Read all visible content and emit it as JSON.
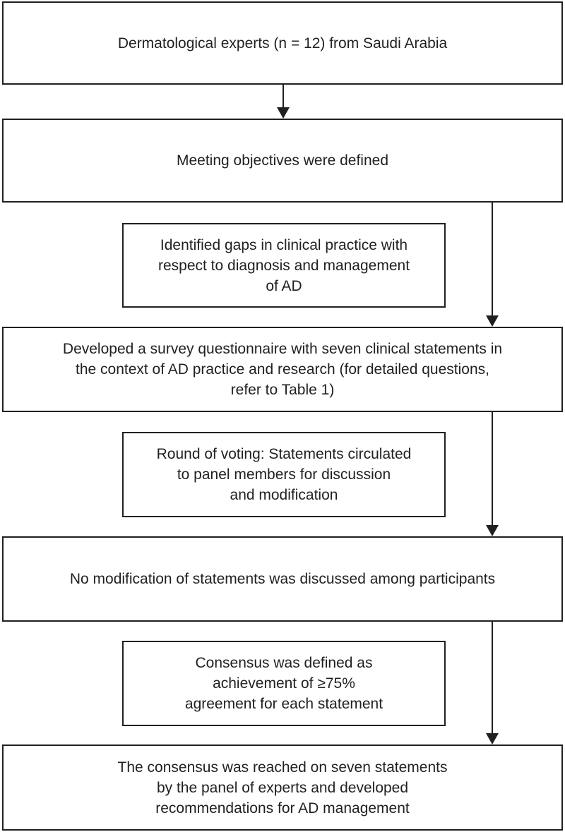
{
  "nodes": {
    "experts": "Dermatological experts (n = 12) from Saudi Arabia",
    "objectives": "Meeting objectives were defined",
    "gaps": "Identified gaps in clinical practice with\nrespect to diagnosis and management\nof AD",
    "survey": "Developed a survey questionnaire with seven clinical statements in\nthe context of AD practice and research (for detailed questions,\nrefer to Table 1)",
    "voting": "Round of voting: Statements circulated\nto panel members for discussion\nand modification",
    "no_modification": "No modification of statements was discussed among participants",
    "consensus_definition": "Consensus was defined as\nachievement of ≥75%\nagreement for each statement",
    "consensus_reached": "The consensus was reached on seven statements\nby the panel of experts and developed\nrecommendations for AD management"
  },
  "colors": {
    "line": "#231f20",
    "background": "#ffffff"
  }
}
